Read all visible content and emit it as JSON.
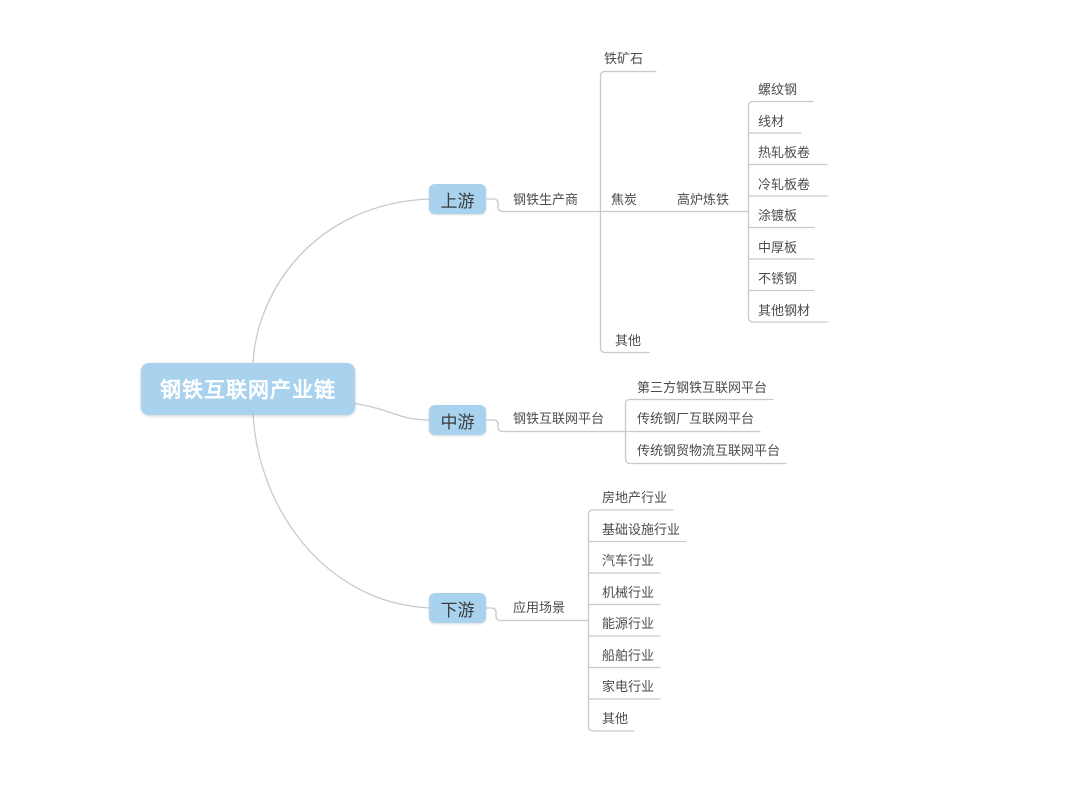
{
  "root": {
    "label": "钢铁互联网产业链"
  },
  "upstream": {
    "label": "上游",
    "producer": "钢铁生产商",
    "materials": [
      "铁矿石",
      "焦炭",
      "其他"
    ],
    "process": "高炉炼铁",
    "products": [
      "螺纹钢",
      "线材",
      "热轧板卷",
      "冷轧板卷",
      "涂镀板",
      "中厚板",
      "不锈钢",
      "其他钢材"
    ]
  },
  "midstream": {
    "label": "中游",
    "platform": "钢铁互联网平台",
    "platforms": [
      "第三方钢铁互联网平台",
      "传统钢厂互联网平台",
      "传统钢贸物流互联网平台"
    ]
  },
  "downstream": {
    "label": "下游",
    "scenario": "应用场景",
    "industries": [
      "房地产行业",
      "基础设施行业",
      "汽车行业",
      "机械行业",
      "能源行业",
      "船舶行业",
      "家电行业",
      "其他"
    ]
  },
  "colors": {
    "node_fill": "#a8d2ee",
    "root_text": "#ffffff",
    "branch_text": "#3c3c3c",
    "topic_text": "#4c4c4c",
    "connector_line": "#c9c9c9",
    "background": "#ffffff"
  }
}
